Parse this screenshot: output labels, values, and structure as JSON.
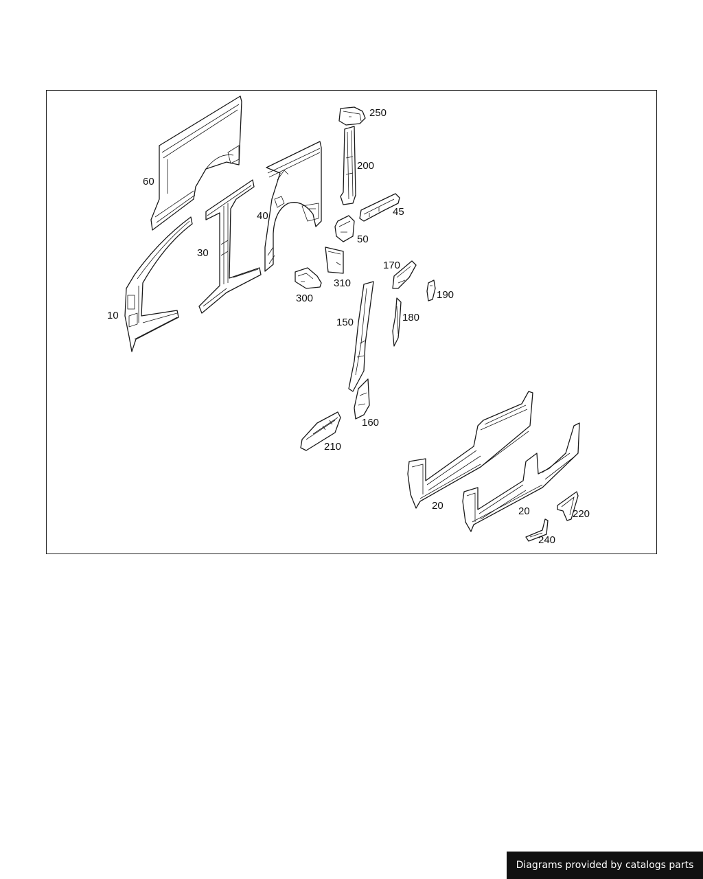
{
  "diagram": {
    "callouts": [
      {
        "id": "250",
        "label": "250"
      },
      {
        "id": "200",
        "label": "200"
      },
      {
        "id": "45",
        "label": "45"
      },
      {
        "id": "50",
        "label": "50"
      },
      {
        "id": "60",
        "label": "60"
      },
      {
        "id": "40",
        "label": "40"
      },
      {
        "id": "30",
        "label": "30"
      },
      {
        "id": "310",
        "label": "310"
      },
      {
        "id": "300",
        "label": "300"
      },
      {
        "id": "170",
        "label": "170"
      },
      {
        "id": "190",
        "label": "190"
      },
      {
        "id": "180",
        "label": "180"
      },
      {
        "id": "150",
        "label": "150"
      },
      {
        "id": "10",
        "label": "10"
      },
      {
        "id": "160",
        "label": "160"
      },
      {
        "id": "210",
        "label": "210"
      },
      {
        "id": "20a",
        "label": "20"
      },
      {
        "id": "20b",
        "label": "20"
      },
      {
        "id": "220",
        "label": "220"
      },
      {
        "id": "240",
        "label": "240"
      }
    ]
  },
  "attribution": {
    "text": "Diagrams provided by catalogs parts",
    "background": "#111111",
    "color": "#ffffff"
  }
}
